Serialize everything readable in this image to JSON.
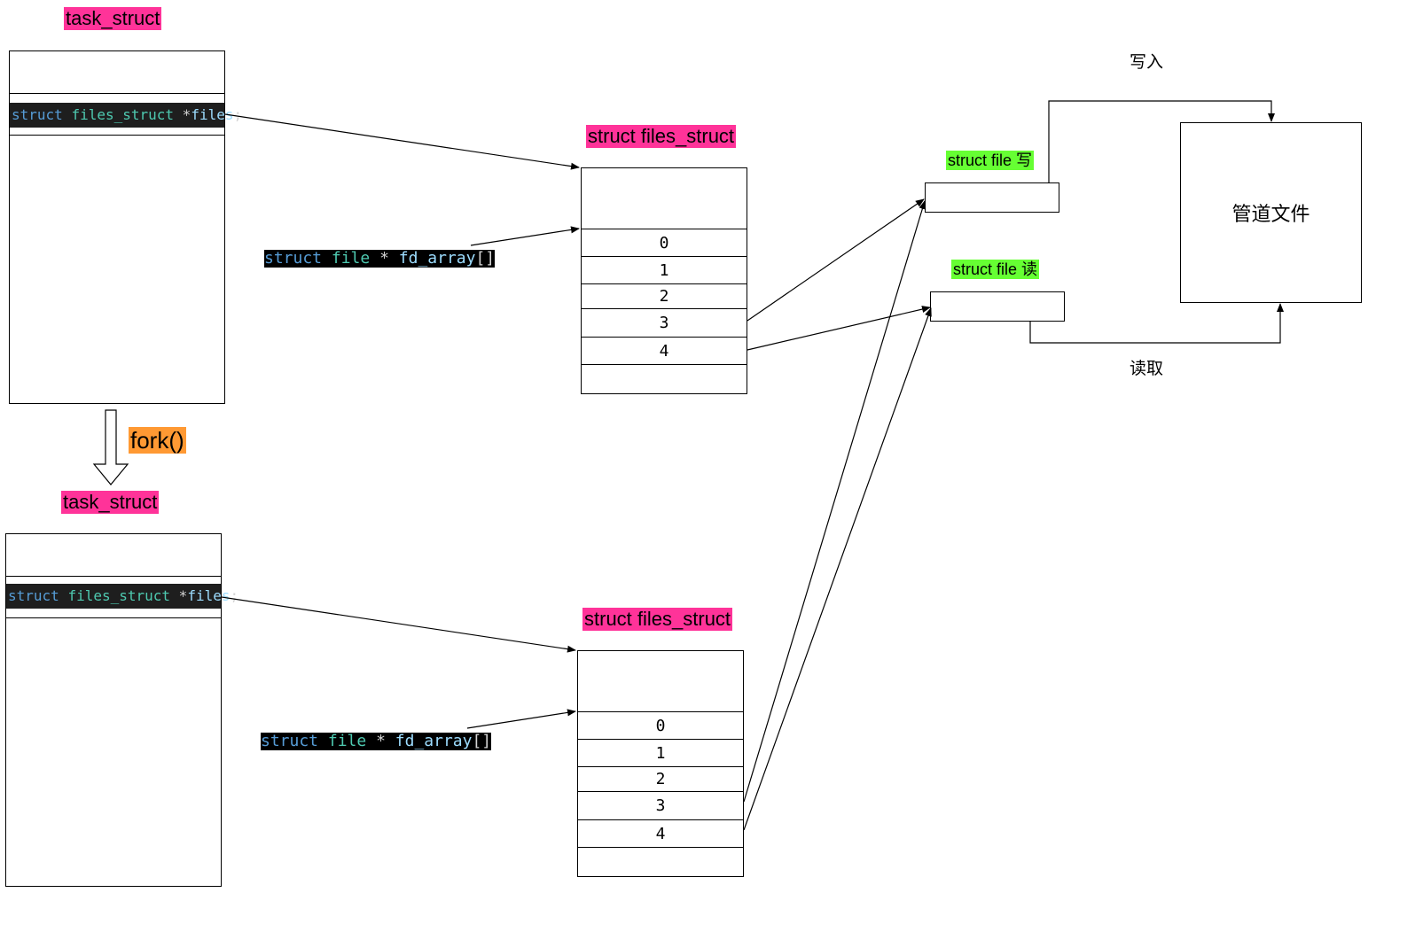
{
  "parent": {
    "task_label": "task_struct",
    "files_member": {
      "kw": "struct",
      "type": "files_struct",
      "star": "*",
      "var": "files",
      "punct": ";"
    },
    "files_struct_label": "struct files_struct",
    "fd_array": {
      "kw": "struct",
      "type": "file",
      "star": "*",
      "var": "fd_array",
      "bracket": "[]"
    },
    "fd_rows": [
      "0",
      "1",
      "2",
      "3",
      "4"
    ]
  },
  "fork_label": "fork()",
  "child": {
    "task_label": "task_struct",
    "files_member": {
      "kw": "struct",
      "type": "files_struct",
      "star": "*",
      "var": "files",
      "punct": ";"
    },
    "files_struct_label": "struct files_struct",
    "fd_array": {
      "kw": "struct",
      "type": "file",
      "star": "*",
      "var": "fd_array",
      "bracket": "[]"
    },
    "fd_rows": [
      "0",
      "1",
      "2",
      "3",
      "4"
    ]
  },
  "file_write_label": "struct file 写",
  "file_read_label": "struct file 读",
  "pipe_label": "管道文件",
  "write_action": "写入",
  "read_action": "读取",
  "colors": {
    "pink": "#ff3399",
    "orange": "#ff9933",
    "green": "#66ff33",
    "code_bg": "#1e1e1e"
  }
}
